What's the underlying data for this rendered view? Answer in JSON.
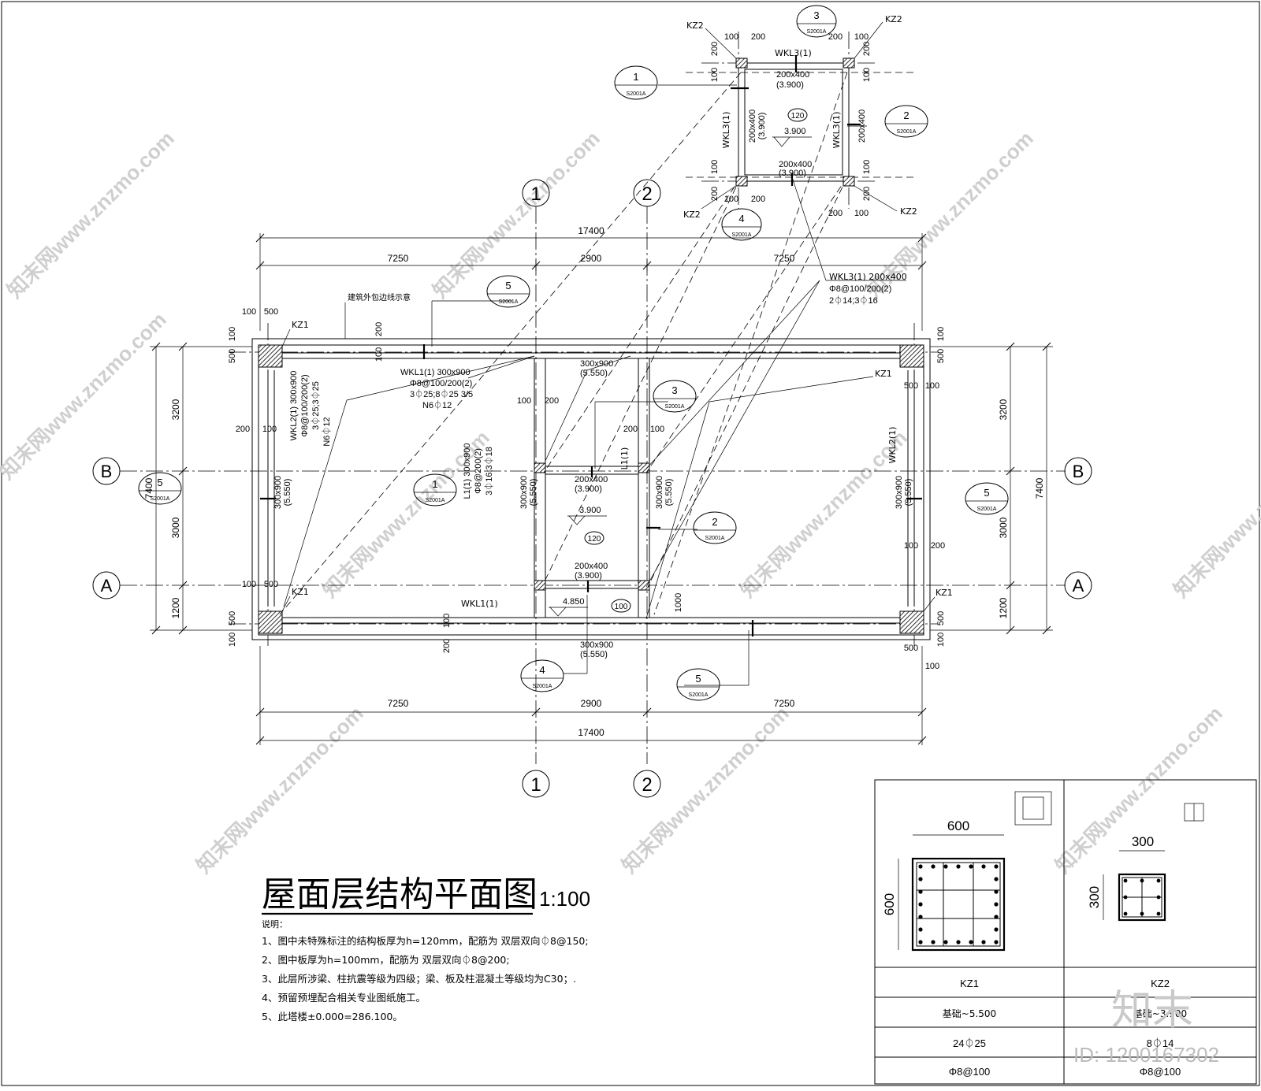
{
  "title": {
    "main": "屋面层结构平面图",
    "scale": "1:100"
  },
  "notes": {
    "heading": "说明：",
    "items": [
      "1、图中未特殊标注的结构板厚为h=120mm，配筋为 双层双向⏀8@150;",
      "2、图中板厚为h=100mm，配筋为 双层双向⏀8@200;",
      "3、此层所涉梁、柱抗震等级为四级；梁、板及柱混凝土等级均为C30；.",
      "4、预留预埋配合相关专业图纸施工。",
      "5、此塔楼±0.000=286.100。"
    ]
  },
  "axes": {
    "col_1": "1",
    "col_2": "2",
    "row_A": "A",
    "row_B": "B"
  },
  "dims": {
    "total": "17400",
    "left": "7250",
    "mid": "2900",
    "right": "7250",
    "h_total": "7400",
    "h_top": "3200",
    "h_mid": "3000",
    "h_bot": "1200",
    "d100": "100",
    "d200": "200",
    "d500": "500",
    "d1000": "1000"
  },
  "labels": {
    "kz1": "KZ1",
    "kz2": "KZ2",
    "outline_note": "建筑外包边线示意",
    "wkl1_a": "WKL1(1) 300x900",
    "wkl1_b": "Φ8@100/200(2)",
    "wkl1_c": "3⏀25;8⏀25 3/5",
    "wkl1_d": "N6⏀12",
    "wkl2_a": "WKL2(1) 300x900",
    "wkl2_b": "Φ8@100/200(2)",
    "wkl2_c": "3⏀25;3⏀25",
    "wkl2_d": "N6⏀12",
    "l1_a": "L1(1) 300x900",
    "l1_b": "Φ8@200(2)",
    "l1_c": "3⏀16;3⏀18",
    "l1": "L1(1)",
    "wkl1": "WKL1(1)",
    "wkl2": "WKL2(1)",
    "wkl3": "WKL3(1)",
    "wkl3_a": "WKL3(1) 200x400",
    "wkl3_b": "Φ8@100/200(2)",
    "wkl3_c": "2⏀14;3⏀16",
    "b300x900": "300x900",
    "e5550": "(5.550)",
    "b200x400": "200x400",
    "e3900": "(3.900)",
    "lvl3900": "3.900",
    "lvl4850": "4.850",
    "slab120": "120",
    "slab100": "100",
    "ref_sheet": "S2001A",
    "ref1": "1",
    "ref2": "2",
    "ref3": "3",
    "ref4": "4",
    "ref5": "5"
  },
  "column_table": {
    "kz1": {
      "name": "KZ1",
      "size": "600",
      "elev": "基础~5.500",
      "bars": "24⏀25",
      "stirrup": "Φ8@100"
    },
    "kz2": {
      "name": "KZ2",
      "size": "300",
      "elev": "基础~3.900",
      "bars": "8⏀14",
      "stirrup": "Φ8@100"
    }
  },
  "watermark": {
    "site": "知末网www.znzmo.com",
    "brand": "知末",
    "id": "ID: 1200167302"
  }
}
